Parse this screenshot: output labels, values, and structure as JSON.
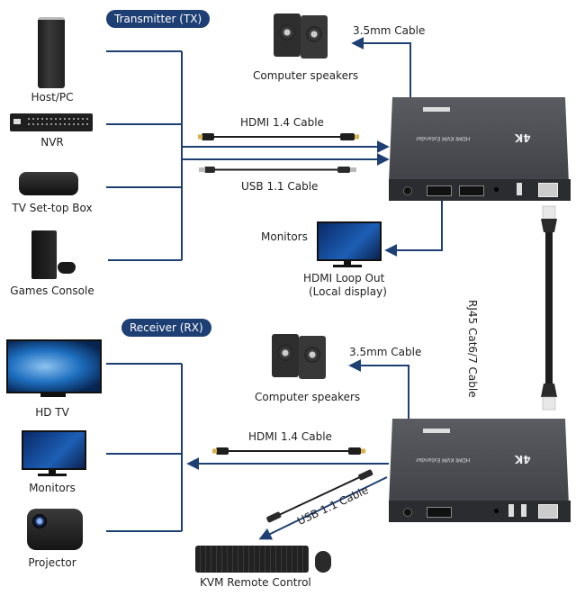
{
  "colors": {
    "accent": "#1d3f73",
    "wire": "#1d3f73",
    "device_gray": "#4a4c52",
    "cable_black": "#1e1e1e",
    "connector_gold": "#d8b34a"
  },
  "transmitter": {
    "badge": "Transmitter (TX)",
    "sources": [
      {
        "label": "Host/PC",
        "icon": "desktop-tower-icon"
      },
      {
        "label": "NVR",
        "icon": "nvr-recorder-icon"
      },
      {
        "label": "TV Set-top Box",
        "icon": "set-top-box-icon"
      },
      {
        "label": "Games Console",
        "icon": "game-console-icon"
      }
    ],
    "speakers_label": "Computer speakers",
    "audio_cable_label": "3.5mm Cable",
    "hdmi_cable_label": "HDMI 1.4 Cable",
    "usb_cable_label": "USB 1.1 Cable",
    "loop_monitor_label": "Monitors",
    "loop_out_label_line1": "HDMI Loop Out",
    "loop_out_label_line2": "(Local display)",
    "device_title": "HDMI KVM Extender",
    "device_badge": "4K"
  },
  "link": {
    "cable_label": "RJ45 Cat6/7 Cable"
  },
  "receiver": {
    "badge": "Receiver (RX)",
    "outputs": [
      {
        "label": "HD TV",
        "icon": "tv-icon"
      },
      {
        "label": "Monitors",
        "icon": "monitor-icon"
      },
      {
        "label": "Projector",
        "icon": "projector-icon"
      }
    ],
    "speakers_label": "Computer speakers",
    "audio_cable_label": "3.5mm Cable",
    "hdmi_cable_label": "HDMI 1.4 Cable",
    "usb_cable_label": "USB 1.1 Cable",
    "kvm_label": "KVM Remote Control",
    "device_title": "HDMI KVM Extender",
    "device_badge": "4K"
  }
}
